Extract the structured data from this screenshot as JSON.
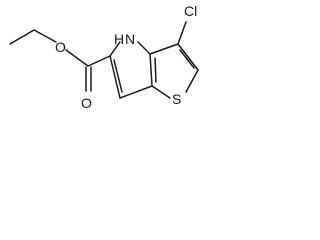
{
  "molecule": {
    "atoms": {
      "oxygen_carbonyl": "O",
      "oxygen_ester": "O",
      "nitrogen": "N",
      "hydrogen_on_nitrogen": "H",
      "chlorine": "Cl",
      "sulfur": "S"
    },
    "colors": {
      "bond": "#1a1a1a",
      "label": "#1a1a1a",
      "background": "#ffffff"
    }
  }
}
